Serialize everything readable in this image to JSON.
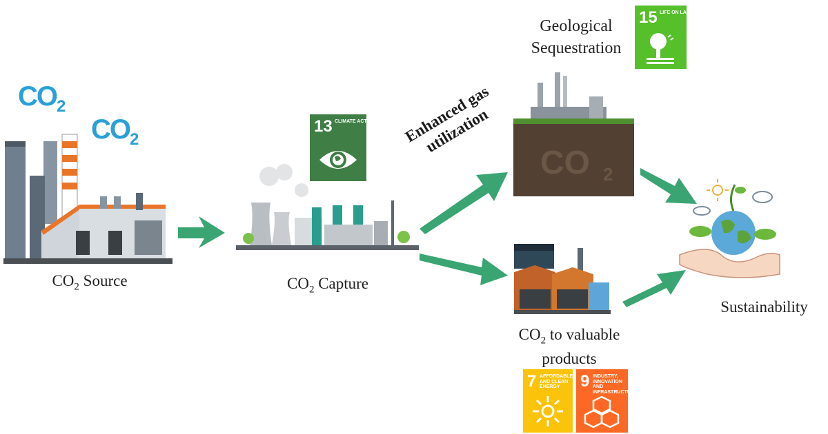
{
  "co2_badge": {
    "text": "CO",
    "sub": "2"
  },
  "nodes": {
    "source": {
      "label_prefix": "CO",
      "label_sub": "2",
      "label_suffix": " Source"
    },
    "capture": {
      "label_prefix": "CO",
      "label_sub": "2",
      "label_suffix": " Capture"
    },
    "geological": {
      "line1": "Geological",
      "line2": "Sequestration"
    },
    "products": {
      "label_prefix": "CO",
      "label_sub": "2",
      "label_suffix": " to valuable",
      "line2": "products"
    },
    "sustainability": {
      "label": "Sustainability"
    }
  },
  "edge_label": {
    "line1": "Enhanced gas",
    "line2": "utilization"
  },
  "sdg": {
    "climate": {
      "number": "13",
      "caption": "CLIMATE ACTION",
      "color": "#3f7e44"
    },
    "life": {
      "number": "15",
      "caption": "LIFE ON LAND",
      "color": "#56c02b"
    },
    "energy": {
      "number": "7",
      "caption": "AFFORDABLE AND CLEAN ENERGY",
      "color": "#fcc30b"
    },
    "industry": {
      "number": "9",
      "caption": "INDUSTRY, INNOVATION AND INFRASTRUCTURE",
      "color": "#fd6925"
    }
  },
  "colors": {
    "arrow": "#3aa572",
    "co2_blue": "#2aa0d8",
    "factory_orange": "#e8752a"
  }
}
